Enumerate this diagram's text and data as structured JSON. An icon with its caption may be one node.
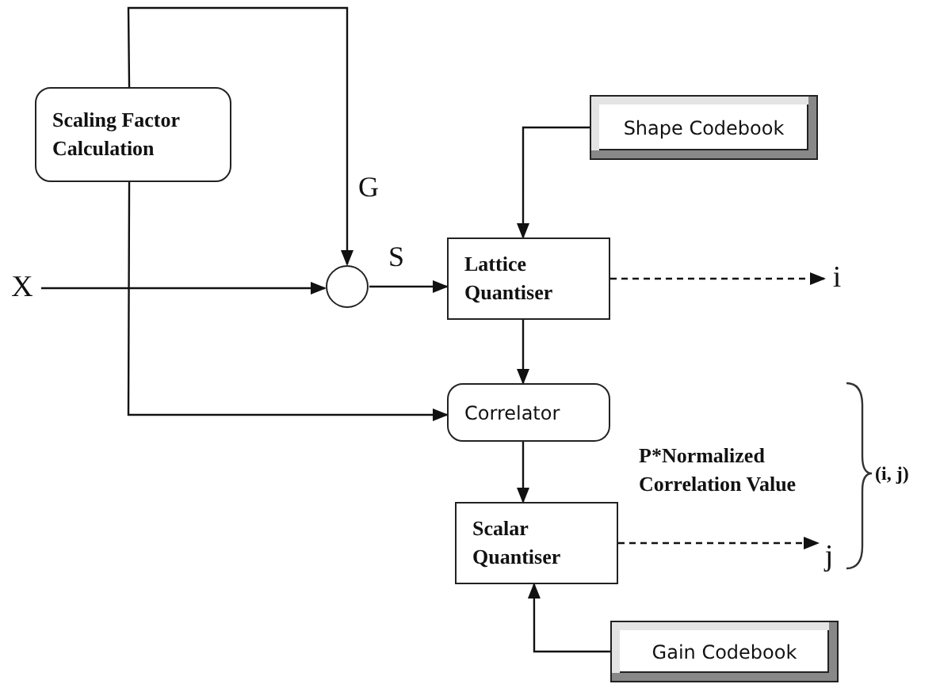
{
  "diagram": {
    "nodes": [
      {
        "text": [
          "Scaling Factor Calculation"
        ]
      },
      {
        "text": [
          "X"
        ]
      },
      {
        "text": [],
        "shape": "circle"
      },
      {
        "text": [
          "Lattice Quantiser"
        ]
      },
      {
        "text": [
          "Shape Codebook"
        ]
      },
      {
        "text": [
          "i"
        ]
      },
      {
        "text": [
          "Correlator"
        ]
      },
      {
        "text": [
          "Scalar Quantiser"
        ]
      },
      {
        "text": [
          "j"
        ]
      },
      {
        "text": [
          "Gain Codebook"
        ]
      }
    ],
    "edges": [
      {
        "from": 0,
        "to": 2,
        "arrow": "to",
        "label": "G"
      },
      {
        "from": 1,
        "to": 2,
        "arrow": "to"
      },
      {
        "from": 2,
        "to": 3,
        "arrow": "to",
        "label": "S"
      },
      {
        "from": 4,
        "to": 3,
        "arrow": "to"
      },
      {
        "from": 3,
        "to": 5,
        "arrow": "to",
        "style": "dashed"
      },
      {
        "from": 3,
        "to": 6,
        "arrow": "to"
      },
      {
        "from": 0,
        "to": 6,
        "arrow": "to"
      },
      {
        "from": 6,
        "to": 7,
        "arrow": "to"
      },
      {
        "from": 7,
        "to": 8,
        "arrow": "to",
        "style": "dashed"
      },
      {
        "from": 9,
        "to": 7,
        "arrow": "to"
      }
    ],
    "labels": [
      "P*Normalized Correlation Value",
      "(i, j)"
    ]
  }
}
